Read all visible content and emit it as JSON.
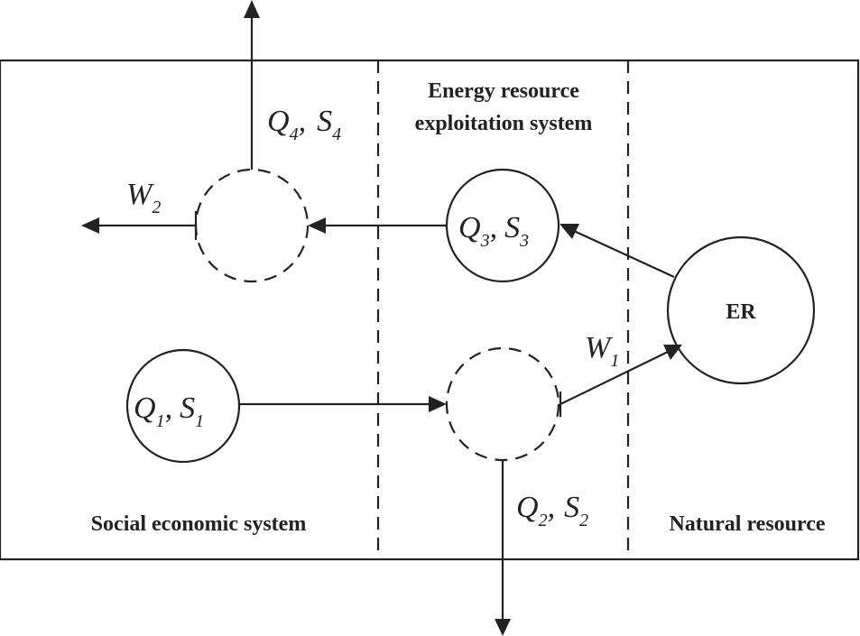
{
  "regions": {
    "social": "Social economic system",
    "energy_line1": "Energy resource",
    "energy_line2": "exploitation system",
    "natural": "Natural resource"
  },
  "nodes": {
    "er": "ER",
    "q1": "Q",
    "q1_sub": "1",
    "s1": "S",
    "s1_sub": "1",
    "q3": "Q",
    "q3_sub": "3",
    "s3": "S",
    "s3_sub": "3"
  },
  "flows": {
    "q4": "Q",
    "q4_sub": "4",
    "s4": "S",
    "s4_sub": "4",
    "q2": "Q",
    "q2_sub": "2",
    "s2": "S",
    "s2_sub": "2",
    "w1": "W",
    "w1_sub": "1",
    "w2": "W",
    "w2_sub": "2",
    "sep": ","
  }
}
